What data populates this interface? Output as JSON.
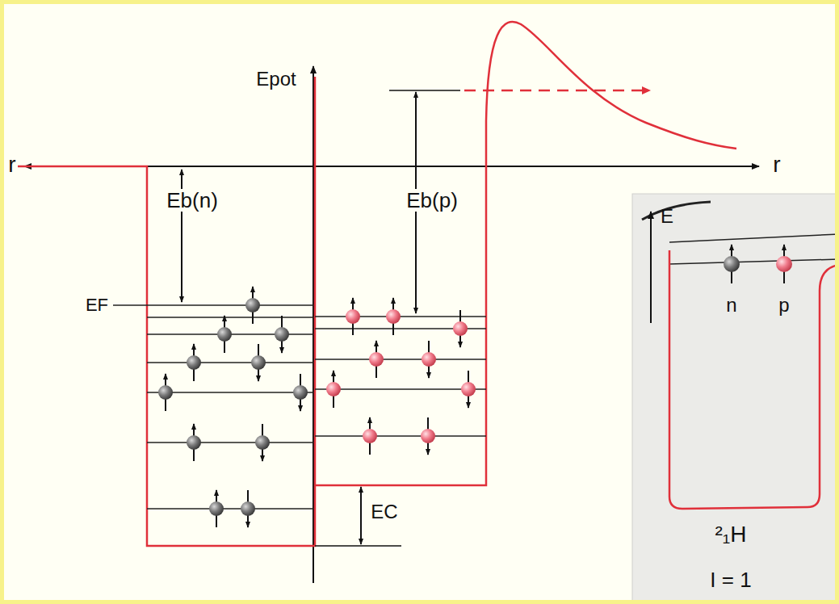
{
  "diagram": {
    "labels": [
      "Epot",
      "r",
      "r",
      "Eb(n)",
      "Eb(p)",
      "EF",
      "EC",
      "E",
      "n",
      "p",
      "²₁H",
      "I = 1"
    ]
  }
}
